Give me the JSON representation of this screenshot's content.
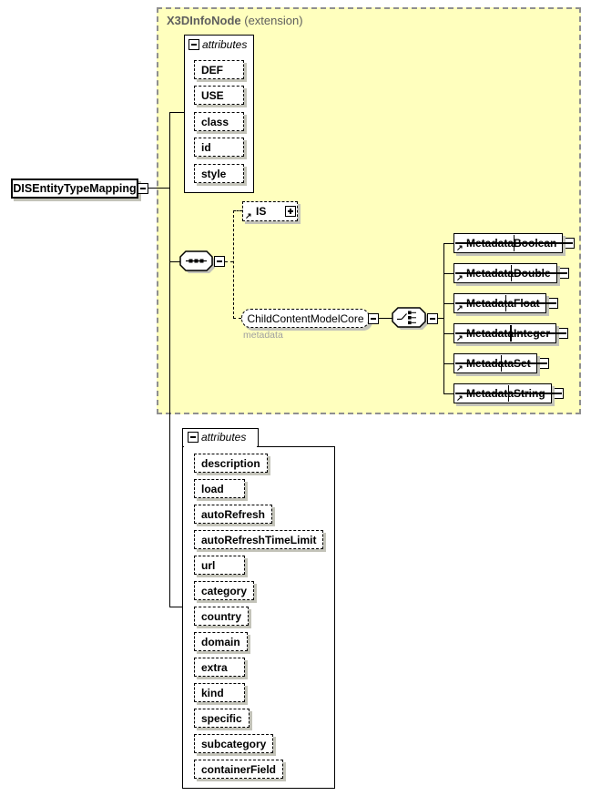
{
  "region": {
    "title": "X3DInfoNode",
    "subtitle": "(extension)"
  },
  "root": {
    "label": "DISEntityTypeMapping"
  },
  "core_attrs": {
    "header": "attributes",
    "items": [
      "DEF",
      "USE",
      "class",
      "id",
      "style"
    ]
  },
  "is_element": {
    "label": "IS"
  },
  "child_content": {
    "label": "ChildContentModelCore",
    "annotation": "metadata"
  },
  "metadata_refs": [
    "MetadataBoolean",
    "MetadataDouble",
    "MetadataFloat",
    "MetadataInteger",
    "MetadataSet",
    "MetadataString"
  ],
  "element_attrs": {
    "header": "attributes",
    "items": [
      "description",
      "load",
      "autoRefresh",
      "autoRefreshTimeLimit",
      "url",
      "category",
      "country",
      "domain",
      "extra",
      "kind",
      "specific",
      "subcategory",
      "containerField"
    ]
  },
  "icons": {
    "reference_arrow": "↗"
  },
  "colors": {
    "region_fill": "#ffffbe",
    "region_border": "#8f8f8f",
    "region_title_text": "#5e5e5e",
    "annotation_text": "#a0a0a0",
    "box_shadow": "#c3c3b9",
    "line": "#000000"
  }
}
